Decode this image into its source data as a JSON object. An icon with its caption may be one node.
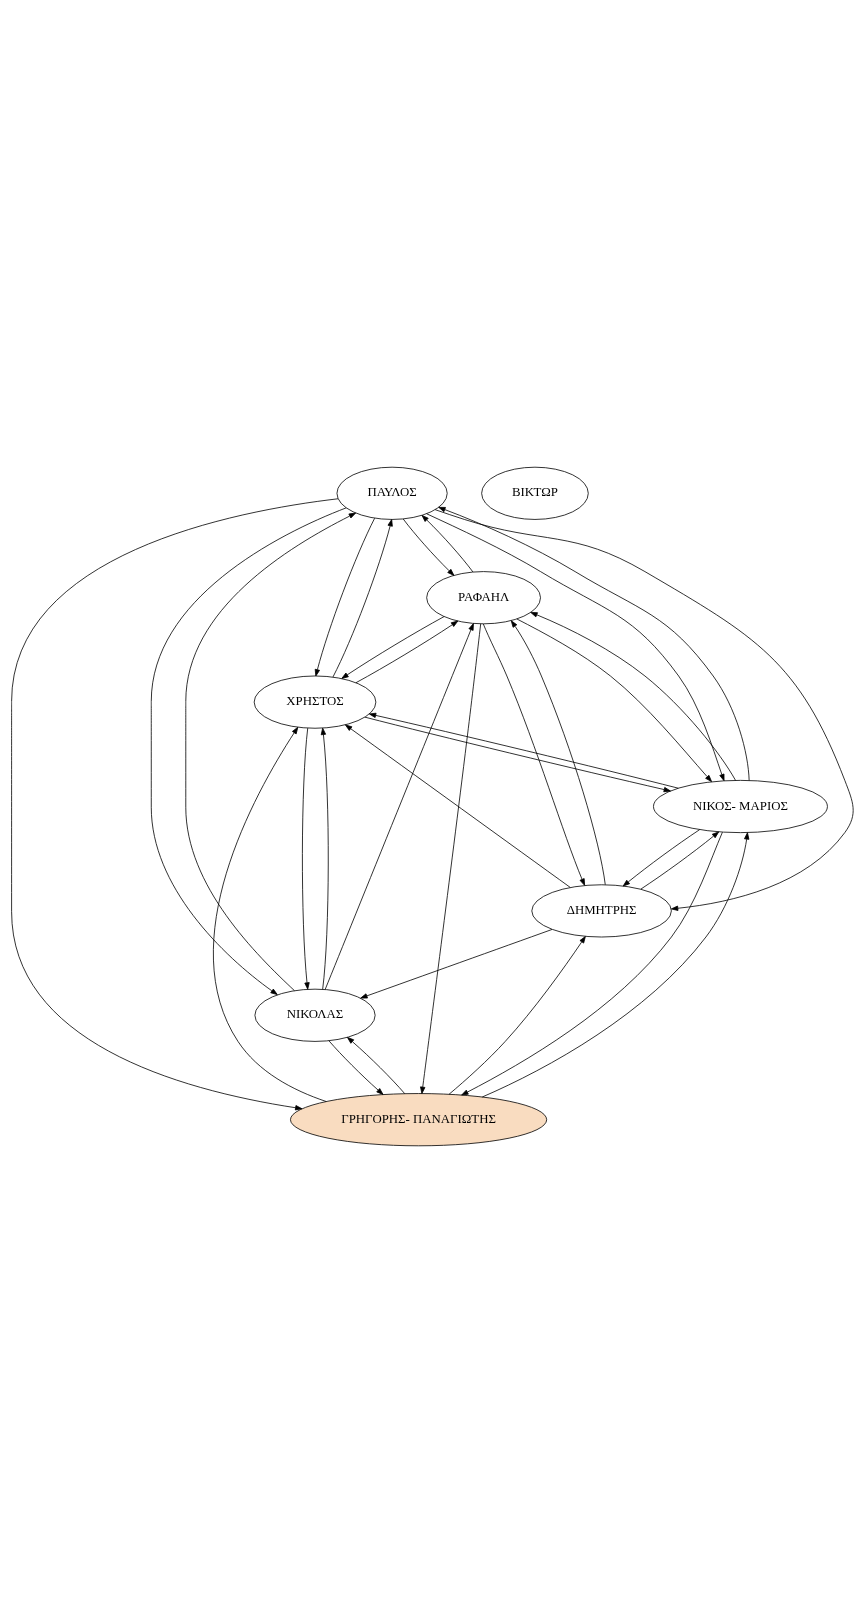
{
  "diagram": {
    "nodes": [
      {
        "text": [
          "ΠΑΥΛΟΣ"
        ]
      },
      {
        "text": [
          "ΡΑΦΑΗΛ"
        ]
      },
      {
        "text": [
          "ΝΙΚΟΛΑΣ"
        ]
      },
      {
        "text": [
          "ΓΡΗΓΟΡΗΣ- ΠΑΝΑΓΙΩΤΗΣ"
        ]
      },
      {
        "text": [
          "ΔΗΜΗΤΡΗΣ"
        ]
      },
      {
        "text": [
          "ΒΙΚΤΩΡ"
        ]
      },
      {
        "text": [
          "ΝΙΚΟΣ- ΜΑΡΙΟΣ"
        ]
      },
      {
        "text": [
          "ΧΡΗΣΤΟΣ"
        ]
      }
    ],
    "edges": [
      {
        "from": 0,
        "to": 1,
        "arrow": "to"
      },
      {
        "from": 1,
        "to": 0,
        "arrow": "to"
      },
      {
        "from": 0,
        "to": 2,
        "arrow": "to"
      },
      {
        "from": 0,
        "to": 4,
        "arrow": "to"
      },
      {
        "from": 0,
        "to": 3,
        "arrow": "to"
      },
      {
        "from": 0,
        "to": 6,
        "arrow": "to"
      },
      {
        "from": 0,
        "to": 7,
        "arrow": "to"
      },
      {
        "from": 6,
        "to": 0,
        "arrow": "to"
      },
      {
        "from": 2,
        "to": 0,
        "arrow": "to"
      },
      {
        "from": 7,
        "to": 0,
        "arrow": "to"
      },
      {
        "from": 4,
        "to": 1,
        "arrow": "to"
      },
      {
        "from": 6,
        "to": 1,
        "arrow": "to"
      },
      {
        "from": 2,
        "to": 1,
        "arrow": "to"
      },
      {
        "from": 7,
        "to": 1,
        "arrow": "to"
      },
      {
        "from": 1,
        "to": 3,
        "arrow": "to"
      },
      {
        "from": 1,
        "to": 4,
        "arrow": "to"
      },
      {
        "from": 1,
        "to": 7,
        "arrow": "to"
      },
      {
        "from": 1,
        "to": 6,
        "arrow": "to"
      },
      {
        "from": 2,
        "to": 3,
        "arrow": "to"
      },
      {
        "from": 3,
        "to": 2,
        "arrow": "to"
      },
      {
        "from": 4,
        "to": 2,
        "arrow": "to"
      },
      {
        "from": 3,
        "to": 4,
        "arrow": "to"
      },
      {
        "from": 6,
        "to": 4,
        "arrow": "to"
      },
      {
        "from": 2,
        "to": 7,
        "arrow": "to"
      },
      {
        "from": 7,
        "to": 2,
        "arrow": "to"
      },
      {
        "from": 6,
        "to": 3,
        "arrow": "to"
      },
      {
        "from": 3,
        "to": 6,
        "arrow": "to"
      },
      {
        "from": 4,
        "to": 6,
        "arrow": "to"
      },
      {
        "from": 4,
        "to": 7,
        "arrow": "to"
      },
      {
        "from": 6,
        "to": 7,
        "arrow": "to"
      },
      {
        "from": 7,
        "to": 6,
        "arrow": "to"
      },
      {
        "from": 3,
        "to": 7,
        "arrow": "to"
      }
    ]
  }
}
